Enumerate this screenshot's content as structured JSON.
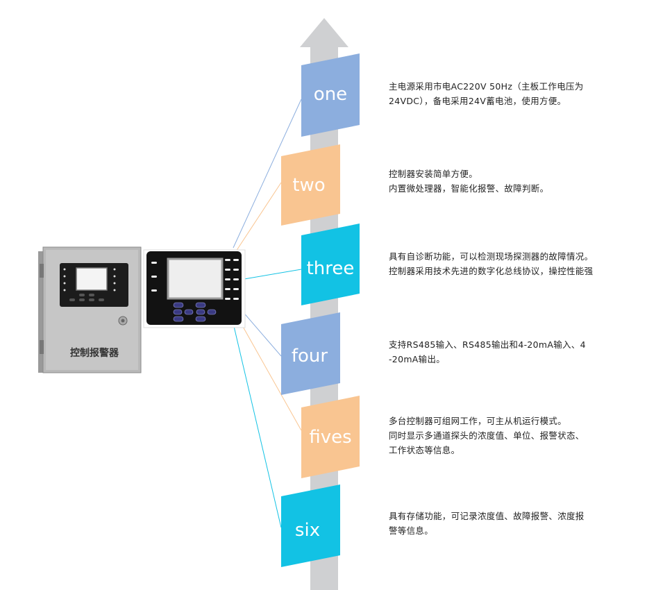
{
  "colors": {
    "arrow": "#cfd0d2",
    "blue": "#8caede",
    "orange": "#f9c591",
    "cyan": "#12c2e4"
  },
  "cabinet": {
    "title": "控制报警器"
  },
  "features": [
    {
      "label": "one",
      "color": "blue",
      "lines": [
        "主电源采用市电AC220V 50Hz（主板工作电压为",
        "24VDC），备电采用24V蓄电池，使用方便。"
      ]
    },
    {
      "label": "two",
      "color": "orange",
      "lines": [
        "控制器安装简单方便。",
        "内置微处理器，智能化报警、故障判断。"
      ]
    },
    {
      "label": "three",
      "color": "cyan",
      "lines": [
        "具有自诊断功能，可以检测现场探测器的故障情况。",
        "控制器采用技术先进的数字化总线协议，操控性能强"
      ]
    },
    {
      "label": "four",
      "color": "blue",
      "lines": [
        "支持RS485输入、RS485输出和4-20mA输入、4",
        "-20mA输出。"
      ]
    },
    {
      "label": "fives",
      "color": "orange",
      "lines": [
        "多台控制器可组网工作，可主从机运行模式。",
        "同时显示多通道探头的浓度值、单位、报警状态、",
        "工作状态等信息。"
      ]
    },
    {
      "label": "six",
      "color": "cyan",
      "lines": [
        "具有存储功能，可记录浓度值、故障报警、浓度报",
        "警等信息。"
      ]
    }
  ]
}
